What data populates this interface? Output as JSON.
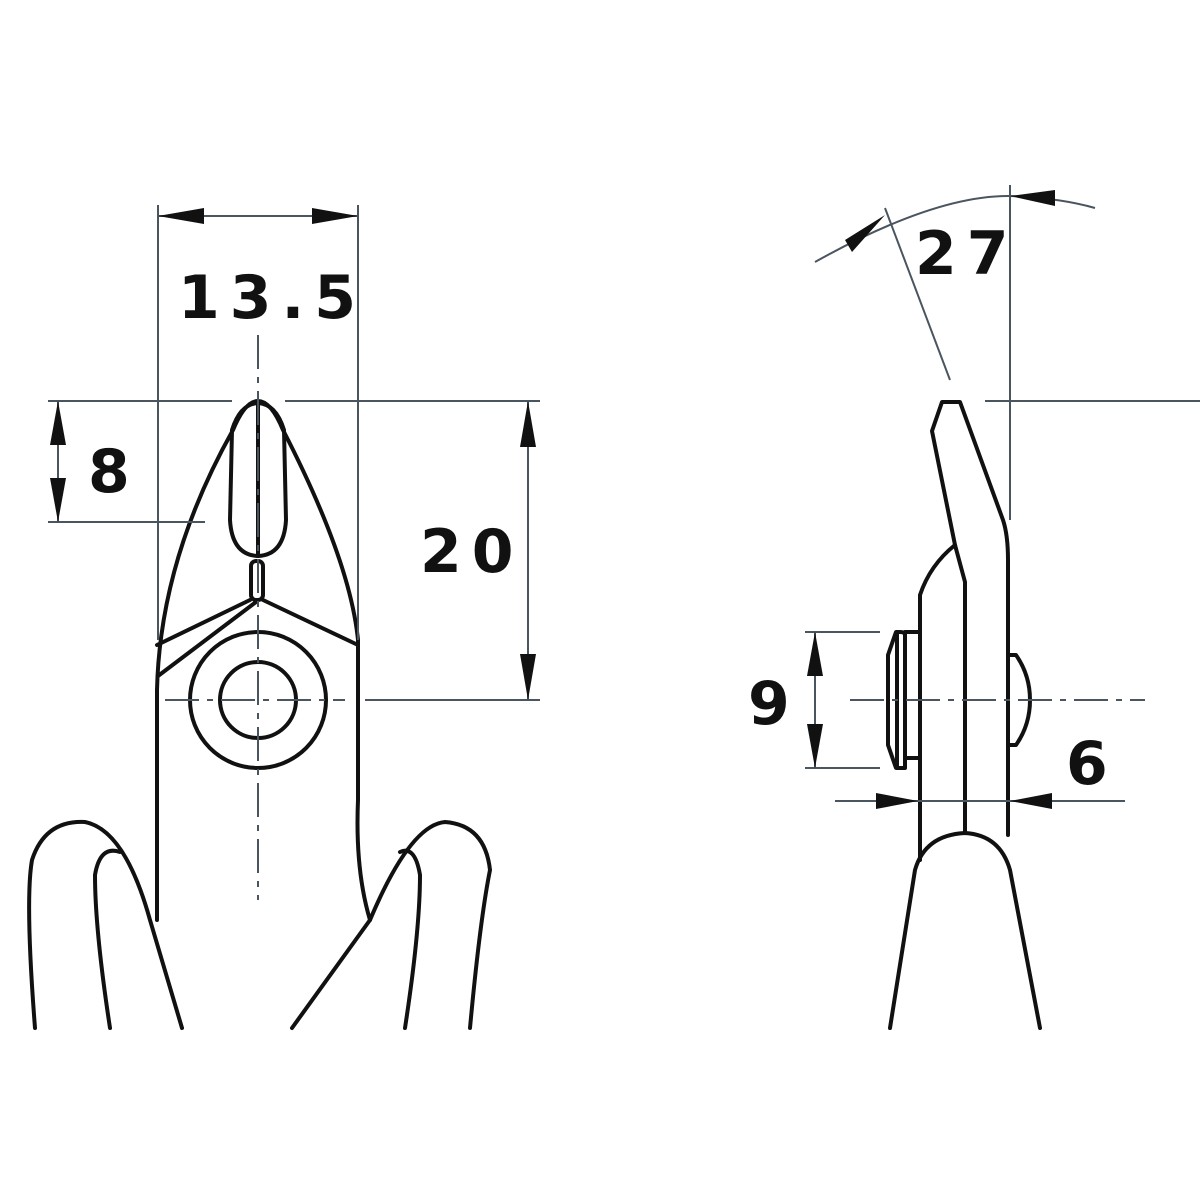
{
  "dimensions": {
    "width": "13.5",
    "tip_length": "8",
    "head_length": "20",
    "angle": "27",
    "pivot_height": "9",
    "thickness": "6"
  },
  "colors": {
    "outline": "#111111",
    "dimension_line": "#4a5560"
  }
}
